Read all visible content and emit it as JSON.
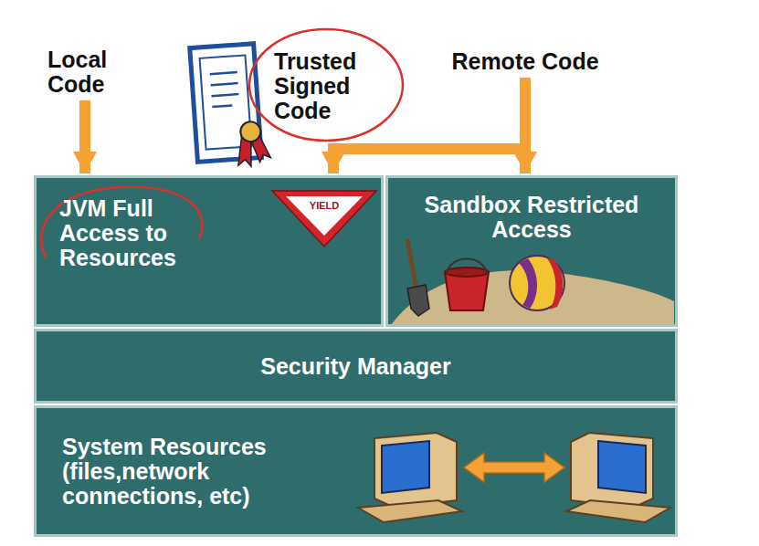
{
  "diagram": {
    "nodes": [
      {
        "text": [
          "Local Code"
        ]
      },
      {
        "text": [
          "Trusted Signed Code"
        ]
      },
      {
        "text": [
          "Remote Code"
        ]
      },
      {
        "text": [
          "JVM Full Access to Resources"
        ]
      },
      {
        "text": [
          "Sandbox Restricted Access"
        ]
      },
      {
        "text": [
          "Security Manager"
        ]
      },
      {
        "text": [
          "System Resources (files,network connections, etc)"
        ]
      }
    ],
    "edges": [
      {
        "from": 0,
        "to": 3,
        "arrow": "to"
      },
      {
        "from": 2,
        "to": 4,
        "arrow": "to"
      },
      {
        "from": 2,
        "to": 3,
        "arrow": "to"
      }
    ],
    "labels": [
      "YIELD"
    ]
  }
}
